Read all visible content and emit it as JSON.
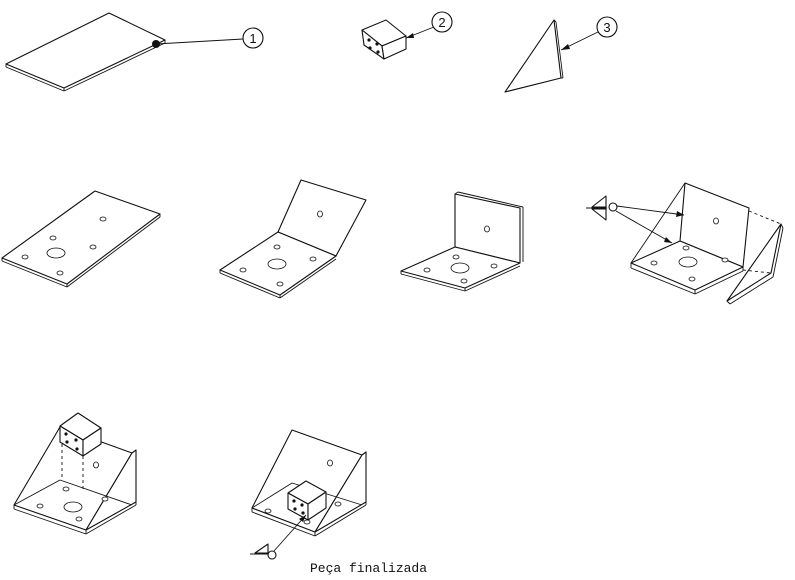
{
  "callouts": [
    {
      "label": "1"
    },
    {
      "label": "2"
    },
    {
      "label": "3"
    }
  ],
  "caption": "Peça finalizada"
}
